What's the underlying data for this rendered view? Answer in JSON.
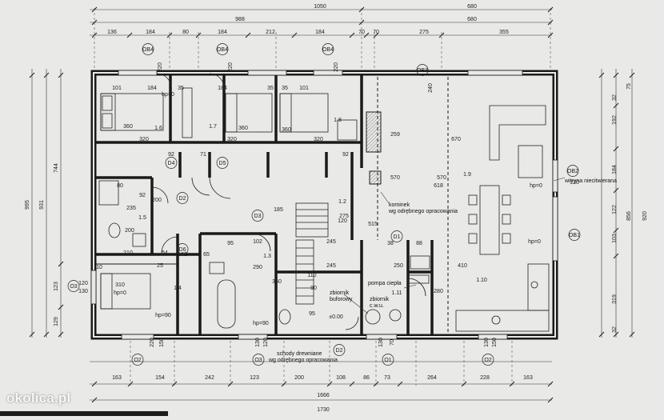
{
  "watermark": "okolica.pl",
  "top_dims": {
    "row1": [
      "1050",
      "680"
    ],
    "row2": [
      "988",
      "680"
    ],
    "row3": [
      "136",
      "184",
      "80",
      "184",
      "212",
      "184",
      "70",
      "70",
      "275",
      "355"
    ]
  },
  "bottom_dims": {
    "row1": [
      "163",
      "154",
      "242",
      "123",
      "200",
      "108",
      "86",
      "73",
      "264",
      "228",
      "163"
    ],
    "row2": [
      "1666"
    ],
    "row3": [
      "1730"
    ]
  },
  "left_dims": [
    "995",
    "931",
    "744",
    "123",
    "129",
    "120",
    "130"
  ],
  "right_dims": [
    "75",
    "32",
    "192",
    "184",
    "122",
    "103",
    "319",
    "856",
    "920",
    "32"
  ],
  "window_tags": {
    "top": [
      "OB4",
      "OB4",
      "OB4",
      "OB3"
    ],
    "bottom": [
      "O2",
      "O3",
      "O1",
      "O2"
    ],
    "sides": [
      "O3",
      "OB2",
      "OB1"
    ],
    "inner": [
      "D4",
      "D2",
      "D5",
      "D3",
      "D6",
      "D1",
      "D2"
    ]
  },
  "window_sizes": [
    "220",
    "220",
    "220",
    "240",
    "220",
    "150",
    "130",
    "120",
    "130",
    "70",
    "130",
    "150",
    "130"
  ],
  "rooms": [
    "1.6",
    "1.7",
    "1.8",
    "1.2",
    "1.9",
    "1.5",
    "1.3",
    "1.4",
    "1.10",
    "1.11"
  ],
  "room_dims": [
    "101",
    "184",
    "35",
    "184",
    "35",
    "35",
    "101",
    "320",
    "320",
    "320",
    "360",
    "360",
    "360",
    "259",
    "670",
    "570",
    "570",
    "618",
    "92",
    "71",
    "92",
    "80",
    "200",
    "235",
    "200",
    "210",
    "102",
    "95",
    "102",
    "245",
    "290",
    "310",
    "350",
    "245",
    "110",
    "90",
    "95",
    "88",
    "250",
    "280",
    "410",
    "120",
    "54",
    "65",
    "38",
    "10",
    "25",
    "92",
    "515",
    "275",
    "185"
  ],
  "heights": [
    "hp=0",
    "hp=0",
    "hp=0",
    "hp=0",
    "hp=90",
    "hp=90",
    "±0.00"
  ],
  "annotations": {
    "fireplace": [
      "kominek",
      "wg odrębnego opracowania"
    ],
    "storefront": "witryna niecitwierana",
    "pump": "pompa ciepła",
    "buffer": [
      "zbiornik",
      "buforowy"
    ],
    "cwu": [
      "zbiornik",
      "c.w.u."
    ],
    "stairs": [
      "schody drewniane",
      "wg odrębnego opracowania"
    ]
  }
}
